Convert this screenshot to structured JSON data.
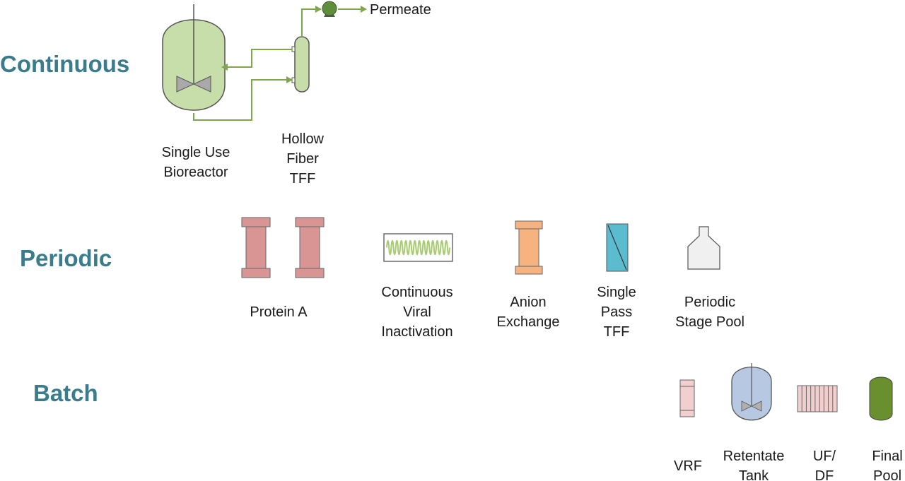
{
  "colors": {
    "section_label": "#3a7b8c",
    "flow_line": "#7ea64a",
    "bioreactor_fill": "#c8deaa",
    "impeller_fill": "#a9a9a9",
    "pump_fill": "#5e8d3c",
    "protein_a_fill": "#d99594",
    "coil_stroke": "#a9cc73",
    "anion_fill": "#f6b27f",
    "sptff_fill": "#5bbcd0",
    "pool_fill": "#f0f0f0",
    "vrf_fill": "#f2cfcf",
    "retentate_fill": "#b7c9e2",
    "ufdf_fill": "#f2cfcf",
    "final_pool_fill": "#6a8f2f"
  },
  "sections": {
    "continuous": "Continuous",
    "periodic": "Periodic",
    "batch": "Batch"
  },
  "continuous": {
    "permeate": "Permeate",
    "bioreactor": [
      "Single Use",
      "Bioreactor"
    ],
    "hollow_fiber": [
      "Hollow",
      "Fiber",
      "TFF"
    ]
  },
  "periodic": {
    "protein_a": [
      "Protein A"
    ],
    "viral_inactivation": [
      "Continuous",
      "Viral",
      "Inactivation"
    ],
    "anion_exchange": [
      "Anion",
      "Exchange"
    ],
    "single_pass_tff": [
      "Single",
      "Pass",
      "TFF"
    ],
    "periodic_pool": [
      "Periodic",
      "Stage Pool"
    ]
  },
  "batch": {
    "vrf": [
      "VRF"
    ],
    "retentate_tank": [
      "Retentate",
      "Tank"
    ],
    "ufdf": [
      "UF/",
      "DF"
    ],
    "final_pool": [
      "Final",
      "Pool"
    ]
  }
}
